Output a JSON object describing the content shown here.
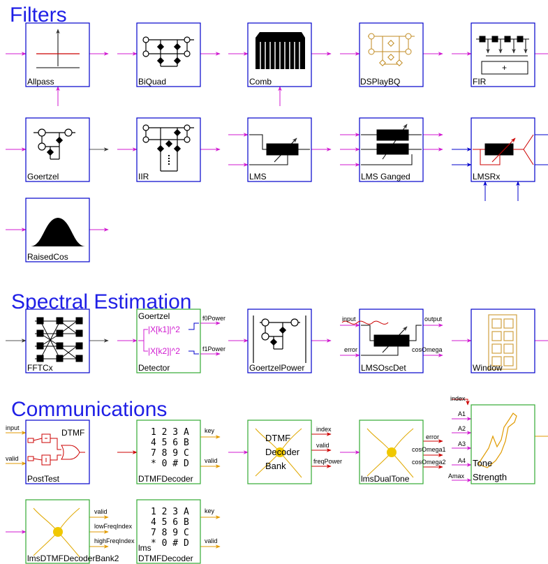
{
  "sections": {
    "filters": "Filters",
    "spectral": "Spectral Estimation",
    "comm": "Communications"
  },
  "blocks": {
    "allpass": "Allpass",
    "biquad": "BiQuad",
    "comb": "Comb",
    "dsplaybq": "DSPlayBQ",
    "fir": "FIR",
    "fir_plus": "+",
    "goertzel": "Goertzel",
    "iir": "IIR",
    "lms": "LMS",
    "lms_ganged": "LMS Ganged",
    "lmsrx": "LMSRx",
    "raisedcos": "RaisedCos",
    "fftcx": "FFTCx",
    "goertzel_detector": {
      "title": "Goertzel",
      "label": "Detector",
      "eq1": "|X[k1]|^2",
      "eq2": "|X[k2]|^2",
      "out1": "f0Power",
      "out2": "f1Power"
    },
    "goertzelpower": "GoertzelPower",
    "lmsoscdet": {
      "label": "LMSOscDet",
      "in1": "input",
      "in2": "error",
      "out1": "output",
      "out2": "cosOmega"
    },
    "window": "Window",
    "posttest": {
      "label": "PostTest",
      "title": "DTMF",
      "in1": "input",
      "in2": "valid"
    },
    "dtmfdecoder": {
      "label": "DTMFDecoder",
      "out1": "key",
      "out2": "valid"
    },
    "dtmfbank": {
      "line1": "DTMF",
      "line2": "Decoder",
      "line3": "Bank",
      "out1": "index",
      "out2": "valid",
      "out3": "freqPower"
    },
    "lmsdualtone": {
      "label": "lmsDualTone",
      "out1": "error",
      "out2": "cosOmega1",
      "out3": "cosOmega2"
    },
    "tonestrength": {
      "line1": "Tone",
      "line2": "Strength",
      "in0": "index",
      "in1": "A1",
      "in2": "A2",
      "in3": "A3",
      "in4": "A4",
      "in5": "Amax"
    },
    "lmsbank2": {
      "label": "lmsDTMFDecoderBank2",
      "out1": "valid",
      "out2": "lowFreqIndex",
      "out3": "highFreqIndex"
    },
    "lmsdtmfdecoder": {
      "label1": "lms",
      "label2": "DTMFDecoder",
      "out1": "key",
      "out2": "valid"
    }
  },
  "keypad": {
    "row1": "1 2 3 A",
    "row2": "4 5 6 B",
    "row3": "7 8 9 C",
    "row4": "* 0 # D"
  },
  "colors": {
    "title": "#1f1fe6",
    "block_border_blue": "#0000cc",
    "block_border_green": "#33aa33",
    "magenta_port": "#d01ad0",
    "orange_port": "#e09a00",
    "red_port": "#cc0000",
    "blue_port": "#0000cc",
    "gold_icon": "#d0a040",
    "yellow_dot": "#f0c800"
  }
}
